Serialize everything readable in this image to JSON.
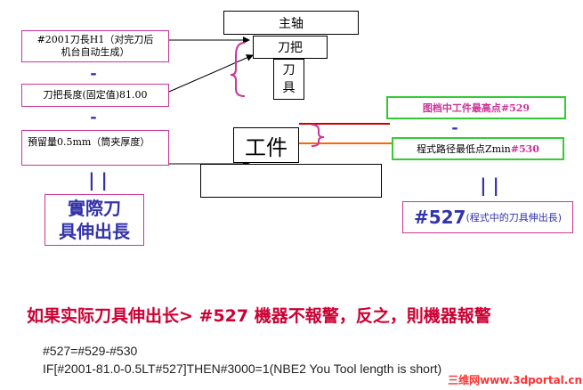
{
  "spindle_label": "主轴",
  "holder_label": "刀把",
  "tool_label": "刀\n具",
  "workpiece_label": "工件",
  "left_boxes": {
    "h1": "#2001刀長H1（对完刀后\n机台自动生成）",
    "minus1": "-",
    "holder_length": "刀把長度(固定值)81.00",
    "minus2": "-",
    "reserve": "預留量0.5mm（筒夹厚度）",
    "equals": "| |",
    "actual": "實際刀\n具伸出長"
  },
  "right_boxes": {
    "highest": "图档中工件最高点#529",
    "minus": "-",
    "lowest_prefix": "程式路径最低点Zmin",
    "lowest_var": "#530",
    "equals": "| |",
    "result_var": "#527",
    "result_text": "(程式中的刀具伸出長)"
  },
  "headline": "如果实际刀具伸出长> #527 機器不報警，反之，則機器報警",
  "code_line1": "#527=#529-#530",
  "code_line2": "IF[#2001-81.0-0.5LT#527]THEN#3000=1(NBE2 You Tool length is short)",
  "watermark": "三维网www.3dportal.cn",
  "colors": {
    "pink": "#cc3399",
    "green": "#33cc33",
    "blue": "#3333aa",
    "red_line": "#cc0000",
    "orange_line": "#ff6600",
    "headline": "#cc0033"
  }
}
